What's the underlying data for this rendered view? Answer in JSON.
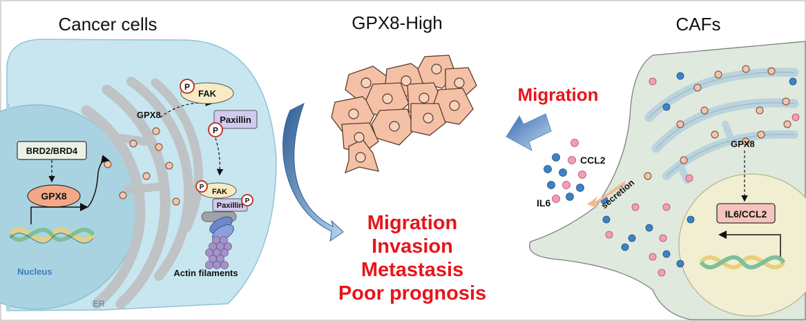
{
  "headers": {
    "cancer_cells": "Cancer cells",
    "gpx8_high": "GPX8-High",
    "cafs": "CAFs"
  },
  "cancer_cell": {
    "brd_label": "BRD2/BRD4",
    "gpx8_box": "GPX8",
    "nucleus": "Nucleus",
    "er": "ER",
    "gpx8_label": "GPX8",
    "fak_top": "FAK",
    "paxillin_top": "Paxillin",
    "fak_bottom": "FAK",
    "paxillin_bottom": "Paxillin",
    "phospho": "P",
    "actin": "Actin filaments"
  },
  "outcomes": {
    "migration": "Migration",
    "invasion": "Invasion",
    "metastasis": "Metastasis",
    "poor_prognosis": "Poor prognosis"
  },
  "caf": {
    "migration": "Migration",
    "ccl2": "CCL2",
    "il6": "IL6",
    "secretion": "secretion",
    "gpx8_label": "GPX8",
    "il6_ccl2_box": "IL6/CCL2"
  },
  "colors": {
    "cell_blue": "#c8e6ef",
    "nucleus_blue": "#a9d3e1",
    "caf_green": "#dfe9dd",
    "caf_nucleus": "#f1eed2",
    "salmon_cell": "#f5c1a6",
    "red_text": "#e8141b",
    "dot_blue": "#3d82c6",
    "dot_pink": "#f29fb3"
  }
}
